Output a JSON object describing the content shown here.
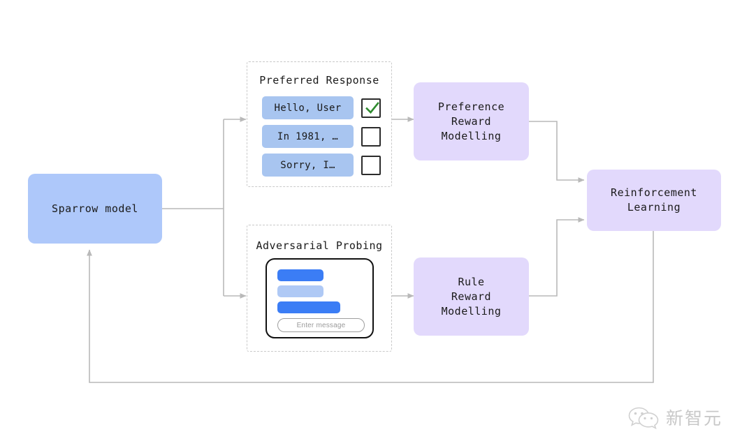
{
  "diagram": {
    "title": "Sparrow RLHF training loop",
    "colors": {
      "model_blue": "#aec8fa",
      "module_purple": "#e2d9fc",
      "pill_blue": "#a8c5f0",
      "bubble_blue_dark": "#3b7df5",
      "bubble_blue_light": "#afc9f5",
      "wire_gray": "#b3b3b3",
      "dashed_gray": "#c9c9c9",
      "check_green": "#2e8b2e"
    },
    "nodes": {
      "sparrow_model": {
        "label": "Sparrow model"
      },
      "preference_reward_modelling": {
        "label": "Preference\nReward\nModelling"
      },
      "rule_reward_modelling": {
        "label": "Rule\nReward\nModelling"
      },
      "reinforcement_learning": {
        "label": "Reinforcement\nLearning"
      }
    },
    "groups": {
      "preferred_response": {
        "title": "Preferred Response",
        "rows": [
          {
            "text": "Hello, User",
            "checked": true
          },
          {
            "text": "In 1981, …",
            "checked": false
          },
          {
            "text": "Sorry, I…",
            "checked": false
          }
        ]
      },
      "adversarial_probing": {
        "title": "Adversarial Probing",
        "chat": {
          "bubbles": [
            {
              "tone": "dark",
              "width": 66
            },
            {
              "tone": "light",
              "width": 66
            },
            {
              "tone": "dark",
              "width": 90
            }
          ],
          "input_placeholder": "Enter message"
        }
      }
    },
    "watermark": {
      "icon": "wechat-icon",
      "text": "新智元"
    }
  }
}
